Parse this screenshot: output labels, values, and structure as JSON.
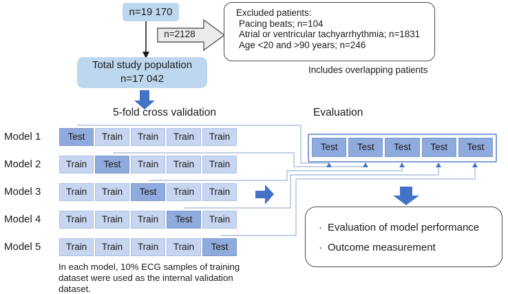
{
  "flow": {
    "initial_count": "n=19 170",
    "excluded_arrow_label": "n=2128",
    "excluded": {
      "title": "Excluded patients:",
      "items": [
        "Pacing beats; n=104",
        "Atrial or ventricular tachyarrhythmia; n=1831",
        "Age <20 and >90 years; n=246"
      ],
      "note": "Includes overlapping patients"
    },
    "population": {
      "line1": "Total study population",
      "line2": "n=17 042"
    }
  },
  "crossval": {
    "title": "5-fold cross validation",
    "models": [
      {
        "label": "Model 1",
        "cells": [
          "Test",
          "Train",
          "Train",
          "Train",
          "Train"
        ]
      },
      {
        "label": "Model 2",
        "cells": [
          "Train",
          "Test",
          "Train",
          "Train",
          "Train"
        ]
      },
      {
        "label": "Model 3",
        "cells": [
          "Train",
          "Train",
          "Test",
          "Train",
          "Train"
        ]
      },
      {
        "label": "Model 4",
        "cells": [
          "Train",
          "Train",
          "Train",
          "Test",
          "Train"
        ]
      },
      {
        "label": "Model 5",
        "cells": [
          "Train",
          "Train",
          "Train",
          "Train",
          "Test"
        ]
      }
    ],
    "footnote": "In each model, 10% ECG samples of training dataset were used as the internal validation dataset."
  },
  "evaluation": {
    "title": "Evaluation",
    "cells": [
      "Test",
      "Test",
      "Test",
      "Test",
      "Test"
    ],
    "outcome": {
      "bullet_char": "·",
      "bullets": [
        "Evaluation of model performance",
        "Outcome measurement"
      ]
    }
  },
  "colors": {
    "light_blue_box": "#BDD7EE",
    "train_cell": "#C7D5F0",
    "test_cell": "#8FAADC",
    "arrow_blue": "#4472C4",
    "connector_line": "#9DB5D6",
    "excluded_arrow_fill": "#EBEBEB"
  }
}
